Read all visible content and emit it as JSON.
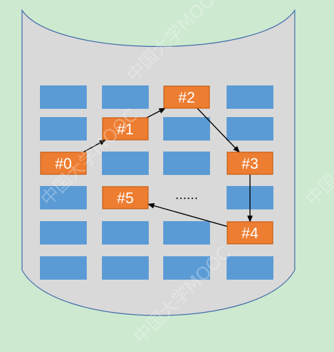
{
  "colors": {
    "background": "#cde9d0",
    "cylinder_fill": "#d9d9d9",
    "cylinder_stroke": "#3f6aa8",
    "block_fill": "#5b9bd5",
    "node_fill": "#ed7d31",
    "node_stroke": "#c55a11",
    "arrow": "#000000"
  },
  "blocks": [
    {
      "row": 0,
      "col": 0
    },
    {
      "row": 0,
      "col": 1
    },
    {
      "row": 0,
      "col": 3
    },
    {
      "row": 1,
      "col": 0
    },
    {
      "row": 1,
      "col": 2
    },
    {
      "row": 1,
      "col": 3
    },
    {
      "row": 2,
      "col": 1
    },
    {
      "row": 2,
      "col": 2
    },
    {
      "row": 3,
      "col": 0
    },
    {
      "row": 3,
      "col": 3
    },
    {
      "row": 4,
      "col": 0
    },
    {
      "row": 4,
      "col": 1
    },
    {
      "row": 4,
      "col": 2
    },
    {
      "row": 5,
      "col": 0
    },
    {
      "row": 5,
      "col": 1
    },
    {
      "row": 5,
      "col": 2
    },
    {
      "row": 5,
      "col": 3
    }
  ],
  "nodes": [
    {
      "id": "n0",
      "label": "#0",
      "row": 2,
      "col": 0
    },
    {
      "id": "n1",
      "label": "#1",
      "row": 1,
      "col": 1
    },
    {
      "id": "n2",
      "label": "#2",
      "row": 0,
      "col": 2
    },
    {
      "id": "n3",
      "label": "#3",
      "row": 2,
      "col": 3
    },
    {
      "id": "n4",
      "label": "#4",
      "row": 4,
      "col": 3
    },
    {
      "id": "n5",
      "label": "#5",
      "row": 3,
      "col": 1
    }
  ],
  "ellipsis": {
    "label": "......",
    "row": 3,
    "col": 2
  },
  "edges": [
    {
      "from": "n0",
      "to": "n1"
    },
    {
      "from": "n1",
      "to": "n2"
    },
    {
      "from": "n2",
      "to": "n3"
    },
    {
      "from": "n3",
      "to": "n4"
    },
    {
      "from": "n4",
      "to": "n5"
    }
  ],
  "watermark": "中国大学MOOC"
}
